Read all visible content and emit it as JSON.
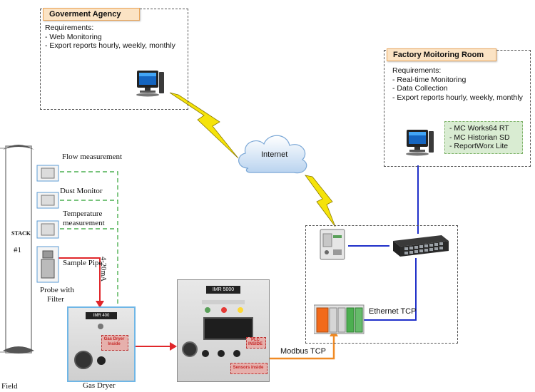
{
  "government": {
    "title": "Goverment Agency",
    "requirements_label": "Requirements:",
    "requirements": [
      "- Web Monitoring",
      "- Export reports hourly, weekly, monthly"
    ]
  },
  "factory": {
    "title": "Factory Moitoring Room",
    "requirements_label": "Requirements:",
    "requirements": [
      "- Real-time Monitoring",
      "- Data Collection",
      "- Export reports hourly, weekly, monthly"
    ],
    "software": [
      "- MC Works64 RT",
      "- MC Historian SD",
      "- ReportWorx Lite"
    ]
  },
  "internet_label": "Internet",
  "stack": {
    "label": "STACK",
    "number": "#1",
    "field_label": "Field",
    "measurements": [
      "Flow measurement",
      "Dust Monitor",
      "Temperature",
      "measurement",
      "Sample Pipe",
      "Probe with",
      "Filter"
    ],
    "signal_label": "4-20mA"
  },
  "gas_dryer": {
    "caption": "Gas Dryer",
    "model": "IMR 400",
    "inside_label_1": "Gas Dryer",
    "inside_label_2": "Inside"
  },
  "imr5000": {
    "model": "IMR 5000",
    "plc_label_1": "PLC",
    "plc_label_2": "INSIDE",
    "sensors_label": "Sensors inside"
  },
  "links": {
    "modbus": "Modbus TCP",
    "ethernet": "Ethernet TCP"
  },
  "colors": {
    "ethernet_blue": "#1f2fc9",
    "modbus_orange": "#f08a24",
    "sample_red": "#e0262a",
    "signal_green": "#4caf50",
    "lightning_yellow": "#f5e30a",
    "title_tag_fill": "#fbe3c4",
    "software_box_fill": "#d9ecd2"
  },
  "icons": {
    "pc": "desktop-computer-icon",
    "cloud": "cloud-icon",
    "lightning": "lightning-bolt-icon",
    "switch": "network-switch-icon",
    "gateway": "iot-gateway-icon",
    "plc": "plc-rack-icon"
  }
}
